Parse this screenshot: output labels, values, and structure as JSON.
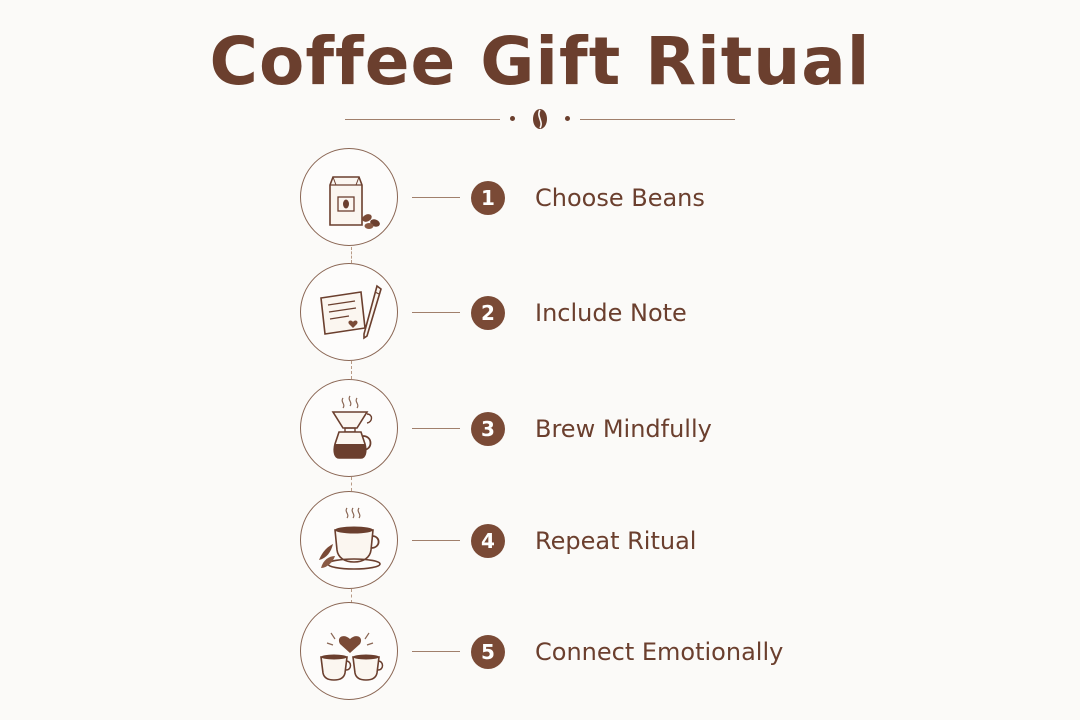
{
  "title": "Coffee Gift Ritual",
  "colors": {
    "primary": "#6b3f2e",
    "accent": "#7a4a36",
    "line": "#a07f6c",
    "background": "#fbfaf8"
  },
  "steps": [
    {
      "number": "1",
      "label": "Choose Beans",
      "icon": "coffee-bag-icon"
    },
    {
      "number": "2",
      "label": "Include Note",
      "icon": "note-pen-icon"
    },
    {
      "number": "3",
      "label": "Brew Mindfully",
      "icon": "pour-over-icon"
    },
    {
      "number": "4",
      "label": "Repeat Ritual",
      "icon": "coffee-cup-icon"
    },
    {
      "number": "5",
      "label": "Connect Emotionally",
      "icon": "two-cups-heart-icon"
    }
  ]
}
